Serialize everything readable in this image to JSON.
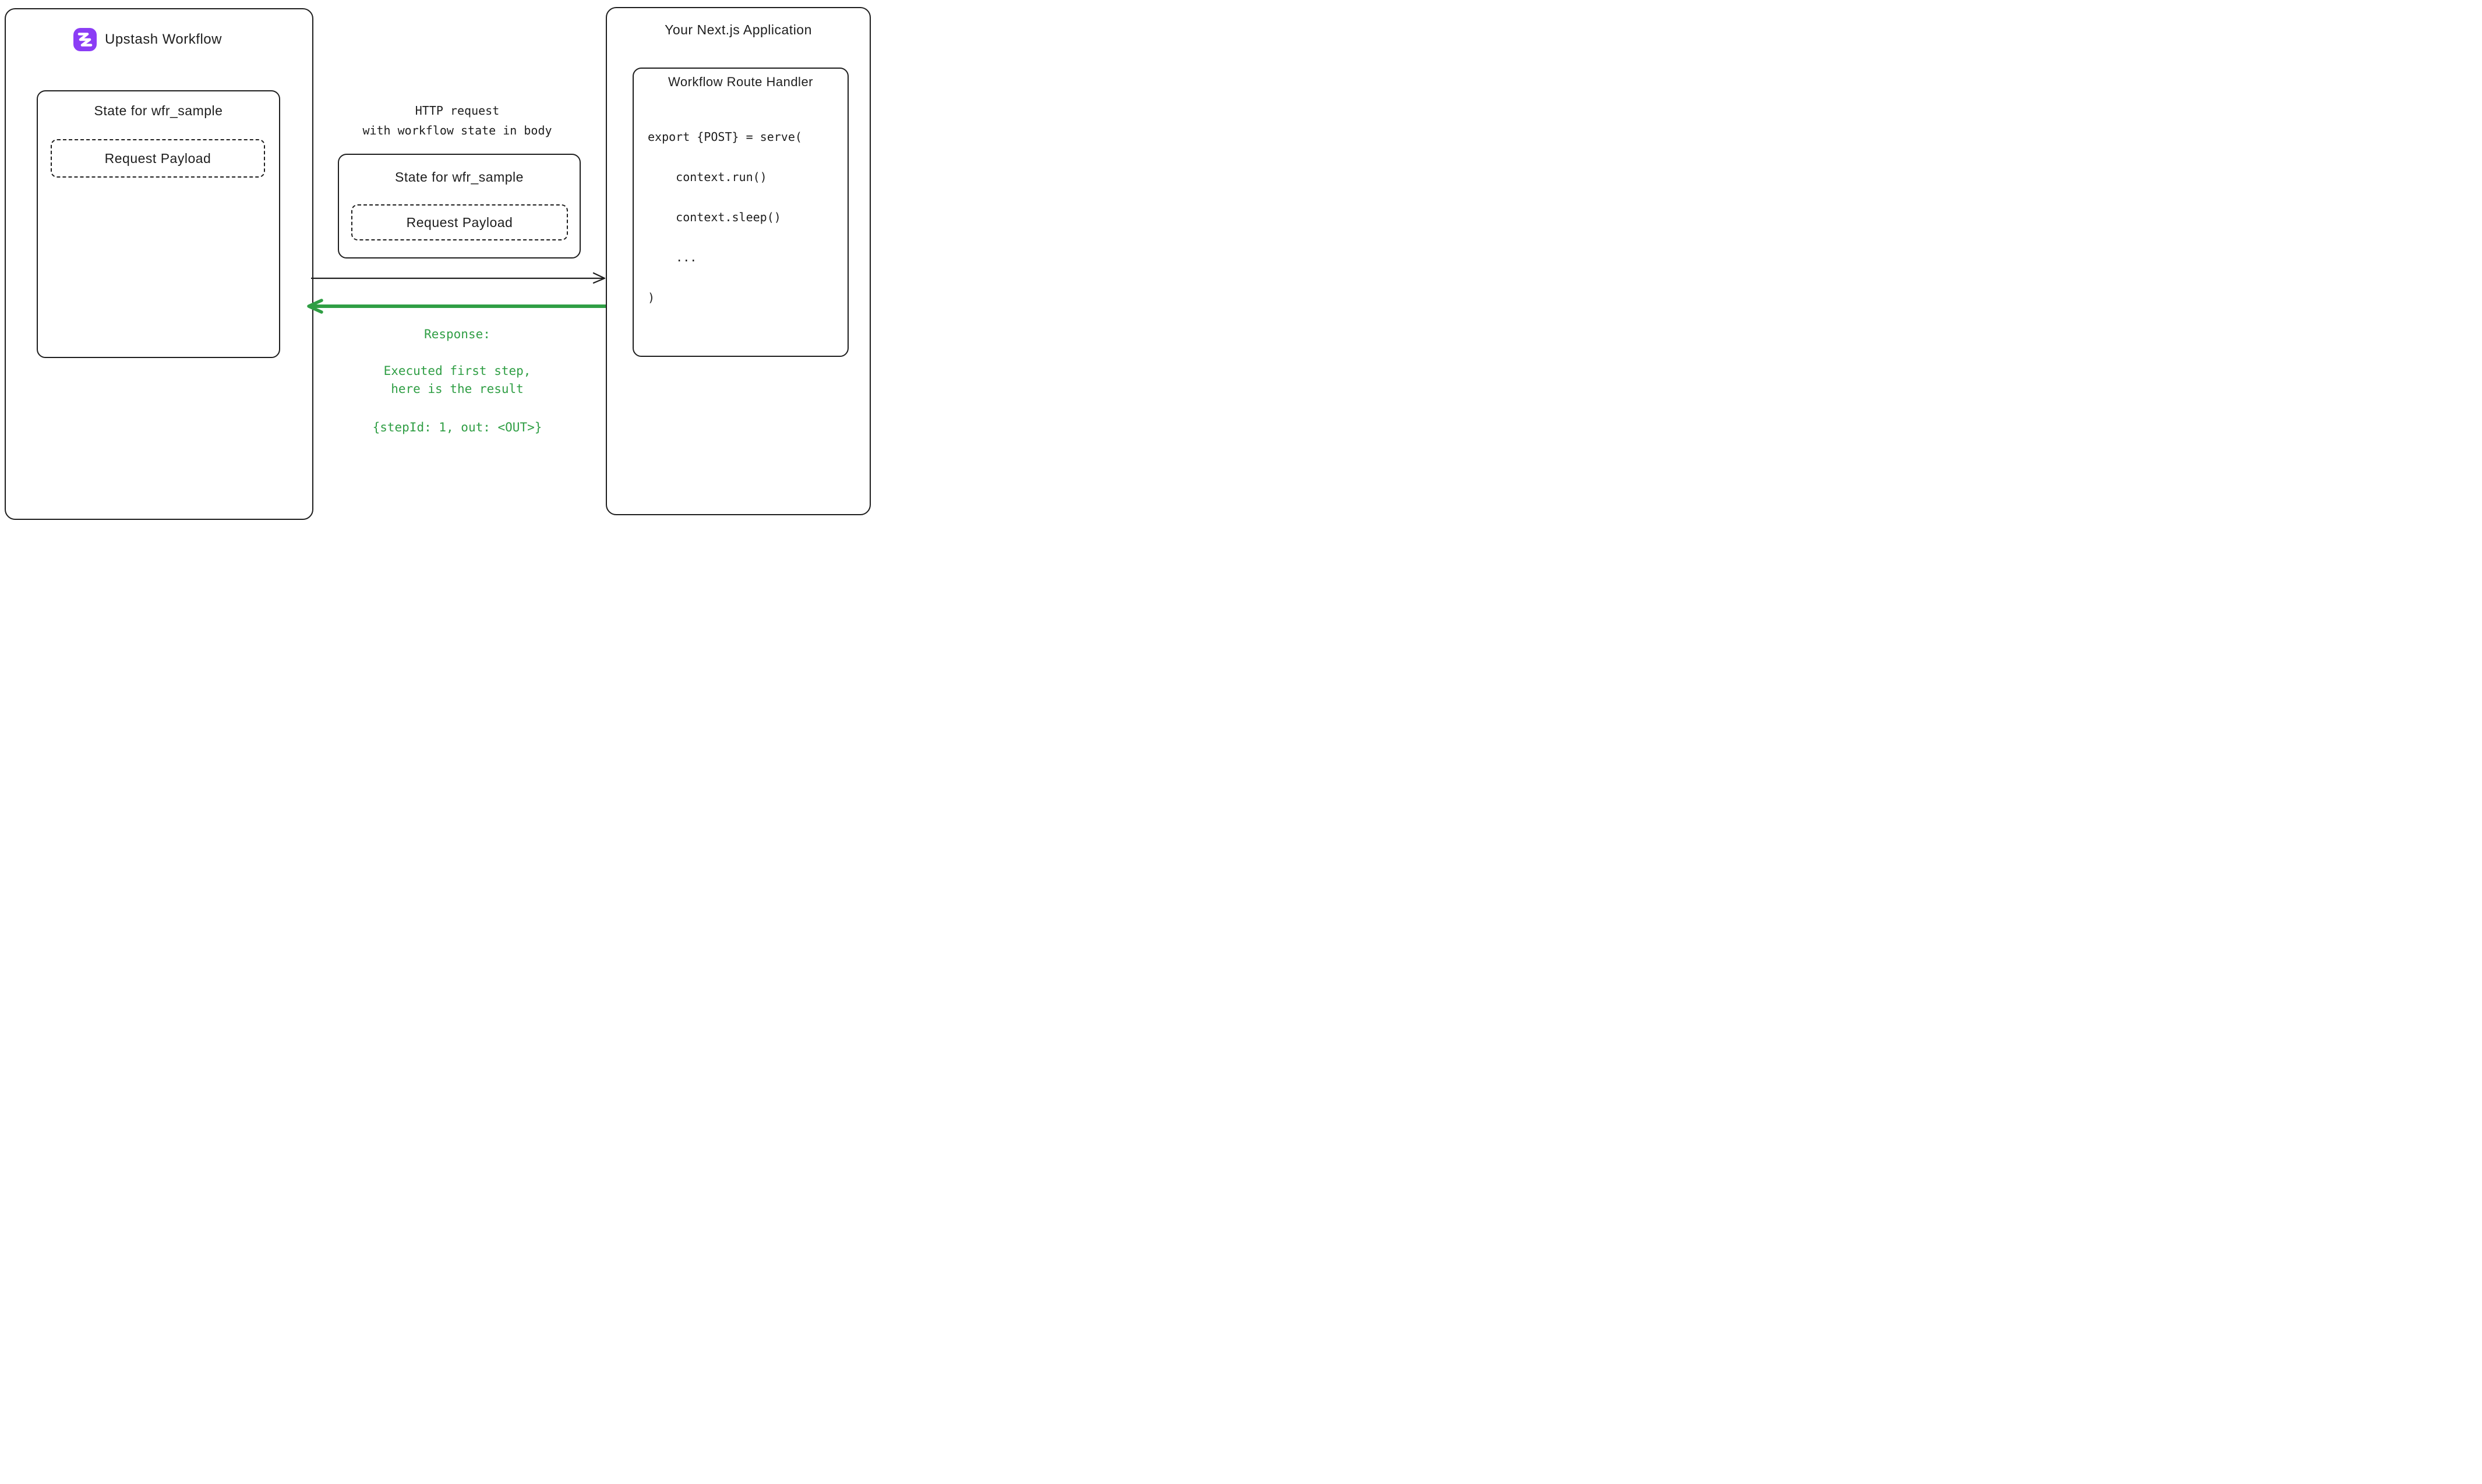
{
  "colors": {
    "ink": "#1e1e1e",
    "green": "#2f9e44",
    "purple": "#8B3DF5",
    "background": "#ffffff"
  },
  "left_panel": {
    "title": "Upstash Workflow",
    "logo_icon": "upstash-zigzag-logo",
    "state_box": {
      "title": "State for wfr_sample",
      "payload": "Request Payload"
    }
  },
  "request_flow": {
    "label_line1": "HTTP request",
    "label_line2": "with workflow state in body",
    "state_box": {
      "title": "State for wfr_sample",
      "payload": "Request Payload"
    }
  },
  "response_flow": {
    "heading": "Response:",
    "message_line1": "Executed first step,",
    "message_line2": "here is the result",
    "code": "{stepId: 1, out: <OUT>}"
  },
  "right_panel": {
    "title": "Your Next.js Application",
    "handler_box": {
      "title": "Workflow Route Handler",
      "code_lines": [
        "export {POST} = serve(",
        "    context.run()",
        "    context.sleep()",
        "    ...",
        ")"
      ]
    }
  }
}
